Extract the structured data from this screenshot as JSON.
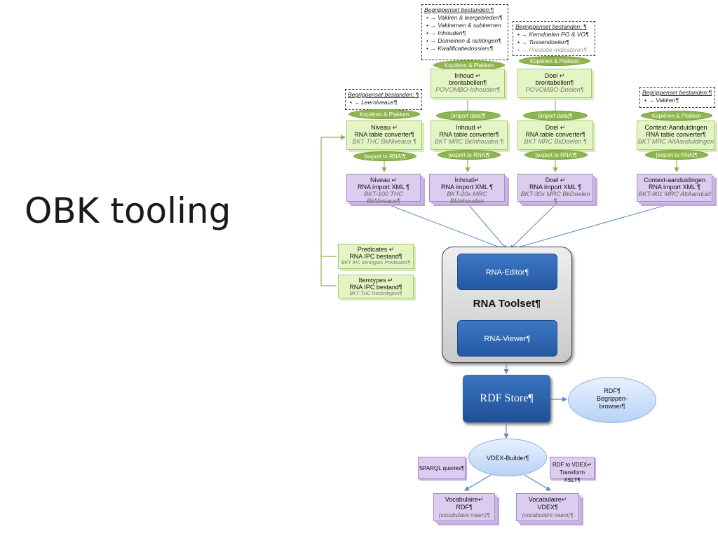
{
  "slide": {
    "title": "OBK tooling"
  },
  "notes": {
    "vakken": {
      "heading": "Begrippenset bestanden:¶",
      "items": [
        "Vakken & leergebieden¶",
        "Vakkernen & subkernen",
        "Inhouden¶",
        "Domeinen & richtingen¶",
        "Kwalificatiedossiers¶"
      ]
    },
    "kerndoelen": {
      "heading": "Begrippenset bestanden: ¶",
      "items": [
        "Kerndoelen PO & VO¶",
        "Tussendoelen¶",
        "Prestatie-indicatoren¶"
      ]
    },
    "niveaus": {
      "heading": "Begrippenset bestanden: ¶",
      "items": [
        "Leerniveaus¶"
      ]
    },
    "context": {
      "heading": "Begrippenset bestanden:¶",
      "items": [
        "Vakken¶"
      ]
    }
  },
  "pills": {
    "kopieren": "Kopiëren & Plakken",
    "import": "[import data]¶",
    "export": "[export to RNA]¶"
  },
  "green": {
    "inhoud_bron": {
      "l1": "Inhoud ↵",
      "l2": "brontabellen¶",
      "l3": "POVOMBO-Inhouden¶"
    },
    "doel_bron": {
      "l1": "Doel ↵",
      "l2": "brontabellen¶",
      "l3": "POVOMBO-Doelen¶"
    },
    "niveau_conv": {
      "l1": "Niveau ↵",
      "l2": "RNA table converter¶",
      "l3": "BKT THC BkNiveaus ¶"
    },
    "inhoud_conv": {
      "l1": "Inhoud ↵",
      "l2": "RNA table converter¶",
      "l3": "BKT MRC BkInhouden ¶"
    },
    "doel_conv": {
      "l1": "Doel ↵",
      "l2": "RNA table converter¶",
      "l3": "BKT MRC BkDoelen ¶"
    },
    "context_conv": {
      "l1": "Context-Aanduidingen ",
      "l2": "RNA table converter¶",
      "l3": "BKT MRC AltAanduidingen"
    },
    "predicates": {
      "l1": "Predicates ↵",
      "l2": "RNA IPC bestand¶",
      "l3": "BKT IPC Itemtypes Predicates¶"
    },
    "itemtypes": {
      "l1": "Itemtypes ↵",
      "l2": "RNA IPC bestand¶",
      "l3": "BKT THC Recordtypes¶"
    }
  },
  "purple": {
    "niveau": {
      "l1": "Niveau ↵",
      "l2": "RNA import XML ¶",
      "l3": "BKT-100 THC BkNiveaus¶"
    },
    "inhoud": {
      "l1": "Inhoud↵",
      "l2": "RNA import XML ¶",
      "l3": "BKT-20x MRC BkInhouden"
    },
    "doel": {
      "l1": "Doel ↵",
      "l2": "RNA import XML ¶",
      "l3": "BKT-30x MRC BkDoelen ¶"
    },
    "context": {
      "l1": "Context-aanduidingen ",
      "l2": "RNA import XML ¶",
      "l3": "BKT-901 MRC AltAanduid"
    }
  },
  "toolset": {
    "editor": "RNA-Editor¶",
    "label": "RNA Toolset¶",
    "viewer": "RNA-Viewer¶"
  },
  "store": {
    "label": "RDF Store¶"
  },
  "browser": {
    "l1": "RDF¶",
    "l2": "Begrippen-",
    "l3": "browser¶"
  },
  "builder": {
    "label": "VDEX-Builder¶"
  },
  "sparql": {
    "label": "SPARQL queries¶"
  },
  "xslt": {
    "l1": "RDF to VDEX↵",
    "l2": "Transform XSLT¶"
  },
  "vocab_rdf": {
    "l1": "Vocabulaire↵",
    "l2": "RDF¶",
    "l3": "(vocabulaire naam)¶"
  },
  "vocab_vdex": {
    "l1": "Vocabulaire↵",
    "l2": "VDEX¶",
    "l3": "(vocabulaire naam)¶"
  },
  "colors": {
    "green_fill": "#e4f5c4",
    "purple_fill": "#dcccf0",
    "pill": "#8fb64e",
    "blue": "#2f66b3",
    "arrow": "#5b8ac7"
  }
}
